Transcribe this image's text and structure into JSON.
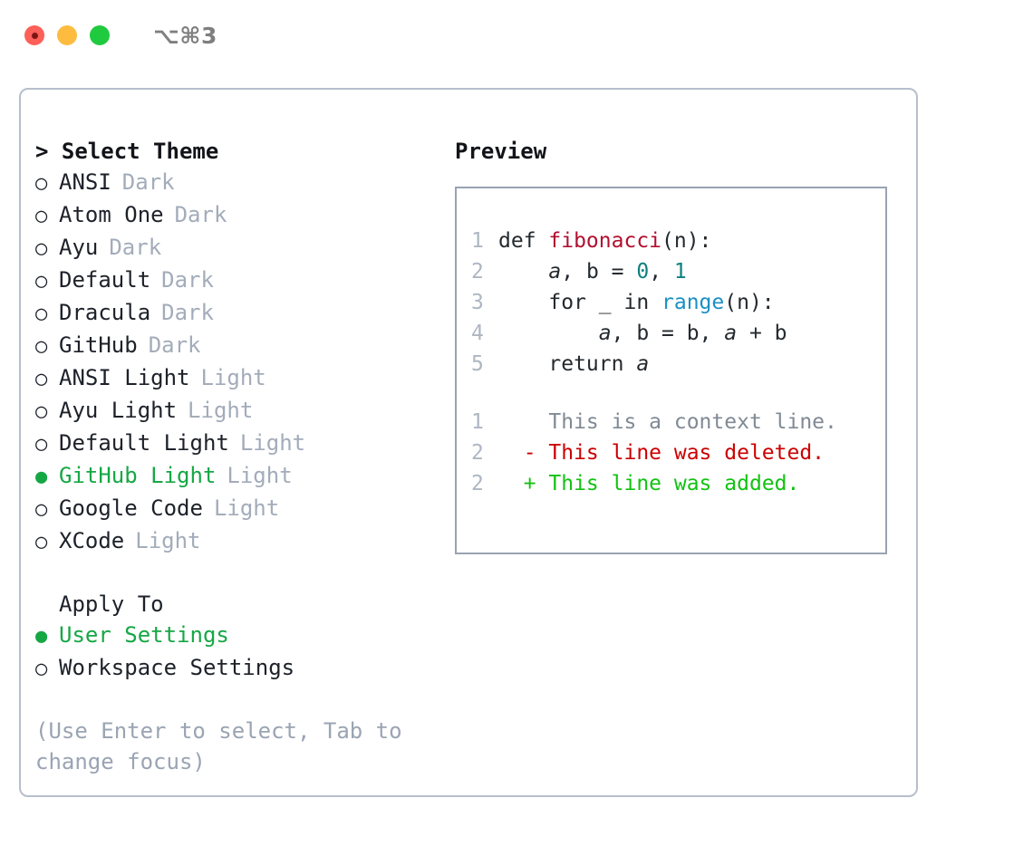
{
  "titlebar": {
    "shortcut": "⌥⌘3",
    "lights": [
      {
        "name": "close",
        "color": "#fd6058"
      },
      {
        "name": "minimize",
        "color": "#fdbc40"
      },
      {
        "name": "zoom",
        "color": "#20ca3f"
      }
    ]
  },
  "theme_picker": {
    "header": "> Select Theme",
    "selected_bullet": "●",
    "unselected_bullet": "○",
    "selection_color": "#16a745",
    "items": [
      {
        "name": "ANSI",
        "tag": "Dark",
        "selected": false
      },
      {
        "name": "Atom One",
        "tag": "Dark",
        "selected": false
      },
      {
        "name": "Ayu",
        "tag": "Dark",
        "selected": false
      },
      {
        "name": "Default",
        "tag": "Dark",
        "selected": false
      },
      {
        "name": "Dracula",
        "tag": "Dark",
        "selected": false
      },
      {
        "name": "GitHub",
        "tag": "Dark",
        "selected": false
      },
      {
        "name": "ANSI Light",
        "tag": "Light",
        "selected": false
      },
      {
        "name": "Ayu Light",
        "tag": "Light",
        "selected": false
      },
      {
        "name": "Default Light",
        "tag": "Light",
        "selected": false
      },
      {
        "name": "GitHub Light",
        "tag": "Light",
        "selected": true
      },
      {
        "name": "Google Code",
        "tag": "Light",
        "selected": false
      },
      {
        "name": "XCode",
        "tag": "Light",
        "selected": false
      }
    ]
  },
  "apply_to": {
    "header": "Apply To",
    "items": [
      {
        "name": "User Settings",
        "selected": true
      },
      {
        "name": "Workspace Settings",
        "selected": false
      }
    ]
  },
  "hint": "(Use Enter to select, Tab to change focus)",
  "preview": {
    "header": "Preview",
    "code_lines": [
      {
        "n": "1",
        "indent": "",
        "tokens": [
          {
            "t": "def ",
            "k": "plain"
          },
          {
            "t": "fibonacci",
            "k": "fn"
          },
          {
            "t": "(n):",
            "k": "plain"
          }
        ]
      },
      {
        "n": "2",
        "indent": "    ",
        "tokens": [
          {
            "t": "a",
            "k": "var"
          },
          {
            "t": ", ",
            "k": "plain"
          },
          {
            "t": "b",
            "k": "plain"
          },
          {
            "t": " = ",
            "k": "plain"
          },
          {
            "t": "0",
            "k": "num"
          },
          {
            "t": ", ",
            "k": "plain"
          },
          {
            "t": "1",
            "k": "num"
          }
        ]
      },
      {
        "n": "3",
        "indent": "    ",
        "tokens": [
          {
            "t": "for _ in ",
            "k": "plain"
          },
          {
            "t": "range",
            "k": "call"
          },
          {
            "t": "(n):",
            "k": "plain"
          }
        ]
      },
      {
        "n": "4",
        "indent": "        ",
        "tokens": [
          {
            "t": "a",
            "k": "var"
          },
          {
            "t": ", b = b, ",
            "k": "plain"
          },
          {
            "t": "a",
            "k": "var"
          },
          {
            "t": " + b",
            "k": "plain"
          }
        ]
      },
      {
        "n": "5",
        "indent": "    ",
        "tokens": [
          {
            "t": "return ",
            "k": "plain"
          },
          {
            "t": "a",
            "k": "var"
          }
        ]
      }
    ],
    "diff_lines": [
      {
        "n": "1",
        "marker": " ",
        "text": " This is a context line.",
        "kind": "context"
      },
      {
        "n": "2",
        "marker": "-",
        "text": " This line was deleted.",
        "kind": "deleted"
      },
      {
        "n": "2",
        "marker": "+",
        "text": " This line was added.",
        "kind": "added"
      }
    ],
    "diff_colors": {
      "context": "#808a95",
      "deleted": "#cc0000",
      "added": "#12c212"
    }
  }
}
